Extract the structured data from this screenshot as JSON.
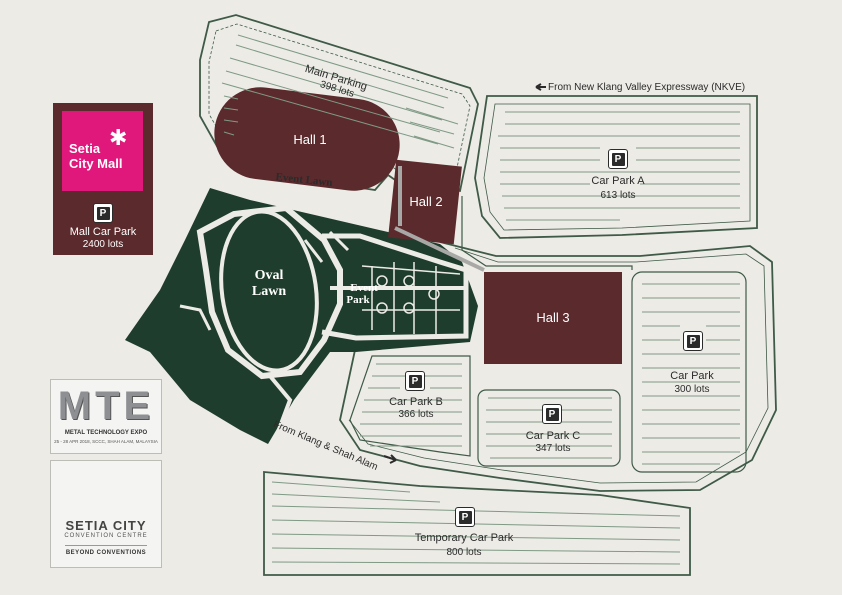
{
  "halls": {
    "hall1": "Hall 1",
    "hall2": "Hall 2",
    "hall3": "Hall 3"
  },
  "areas": {
    "event_lawn": "Event Lawn",
    "oval_lawn_line1": "Oval",
    "oval_lawn_line2": "Lawn",
    "event_park_line1": "Event",
    "event_park_line2": "Park"
  },
  "car_parks": {
    "main_parking": {
      "name": "Main Parking",
      "lots": "398 lots"
    },
    "car_park_a": {
      "name": "Car Park A",
      "lots": "613 lots"
    },
    "car_park": {
      "name": "Car Park",
      "lots": "300 lots"
    },
    "car_park_b": {
      "name": "Car Park B",
      "lots": "366 lots"
    },
    "car_park_c": {
      "name": "Car Park C",
      "lots": "347 lots"
    },
    "temporary": {
      "name": "Temporary Car Park",
      "lots": "800 lots"
    },
    "mall": {
      "name": "Mall Car Park",
      "lots": "2400 lots"
    }
  },
  "parking_icon": {
    "symbol": "P",
    "icon": "parking-icon"
  },
  "directions": {
    "nkve": "From New Klang Valley Expressway (NKVE)",
    "klang": "From Klang & Shah Alam"
  },
  "logos": {
    "mall": {
      "line1": "Setia",
      "line2": "City Mall"
    },
    "mte": {
      "big": "MTE",
      "sub": "METAL TECHNOLOGY EXPO",
      "date": "25 - 28 APR 2018, SCCC, SHAH ALAM, MALAYSIA"
    },
    "sccc": {
      "name": "SETIA CITY",
      "sub": "CONVENTION CENTRE",
      "tagline": "BEYOND CONVENTIONS"
    }
  },
  "colors": {
    "background": "#ecebe6",
    "hall": "#5b2a2c",
    "park_green": "#1f3d2c",
    "mall_pink": "#e0187b",
    "outline": "#3f5a47"
  }
}
